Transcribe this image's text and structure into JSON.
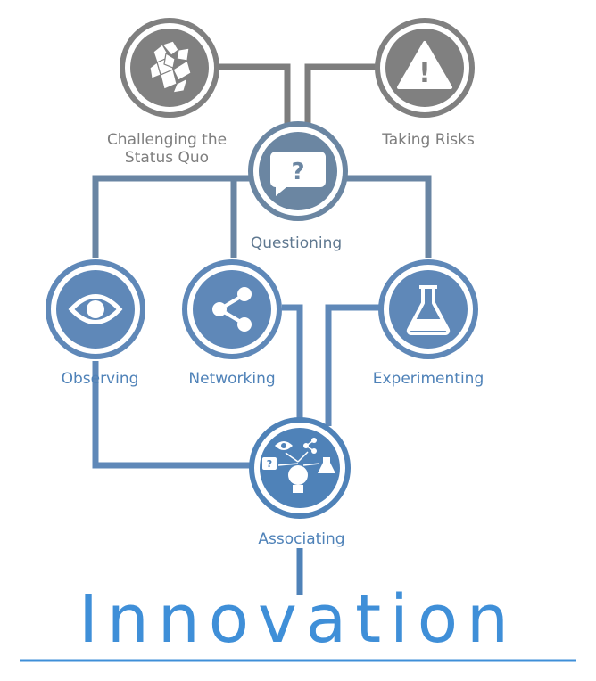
{
  "labels": {
    "challenging_line1": "Challenging the",
    "challenging_line2": "Status Quo",
    "taking_risks": "Taking Risks",
    "questioning": "Questioning",
    "observing": "Observing",
    "networking": "Networking",
    "experimenting": "Experimenting",
    "associating": "Associating"
  },
  "title": "Innovation",
  "icons": {
    "challenging": "shattered-glass-icon",
    "taking_risks": "warning-triangle-icon",
    "questioning": "question-speech-bubble-icon",
    "observing": "eye-icon",
    "networking": "share-icon",
    "experimenting": "flask-icon",
    "associating": "lightbulb-ideas-icon"
  },
  "icon_text": {
    "question_mark": "?",
    "exclamation_mark": "!"
  },
  "colors": {
    "gray": "#7e7e7e",
    "slate": "#6b86a2",
    "blue": "#4f82b8",
    "bright_blue": "#3f8fd8"
  }
}
